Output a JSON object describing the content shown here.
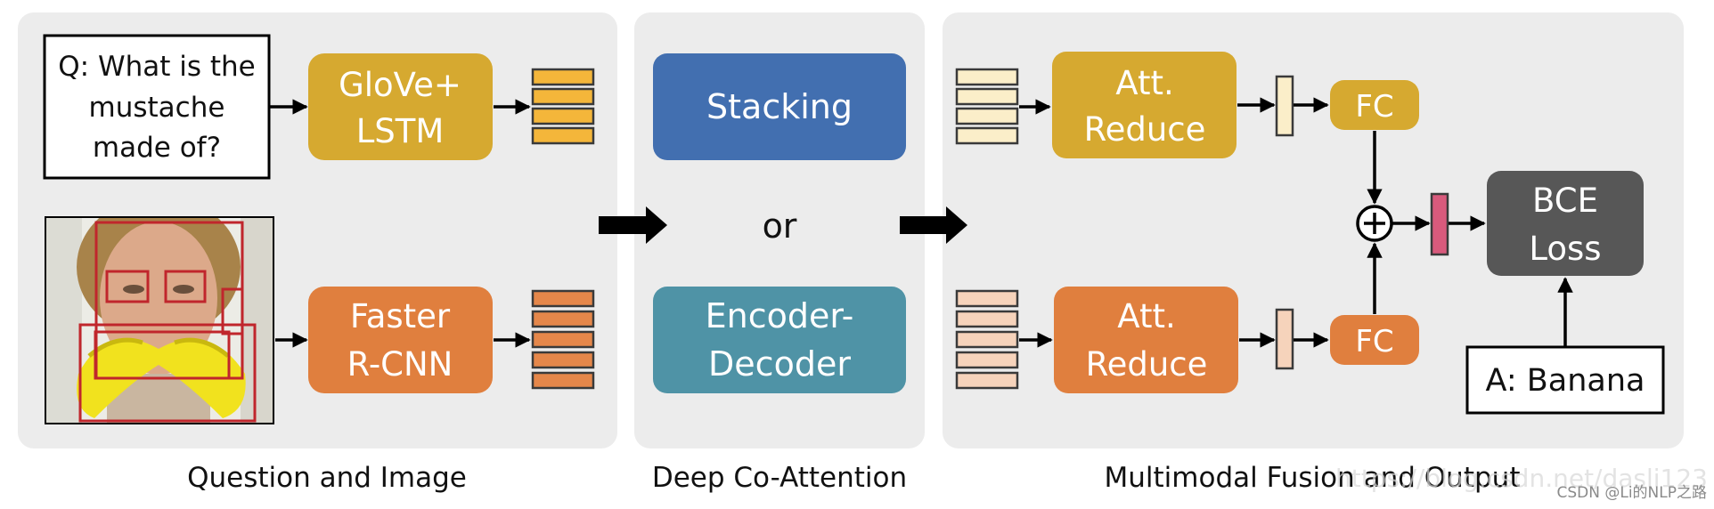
{
  "panels": {
    "input_label": "Question and Image",
    "coattn_label": "Deep Co-Attention",
    "fusion_label": "Multimodal Fusion and Output"
  },
  "question": {
    "line1": "Q: What is the",
    "line2": "mustache",
    "line3": "made of?"
  },
  "encoders": {
    "text_line1": "GloVe+",
    "text_line2": "LSTM",
    "image_line1": "Faster",
    "image_line2": "R-CNN"
  },
  "coattention": {
    "stacking": "Stacking",
    "or": "or",
    "encdec_line1": "Encoder-",
    "encdec_line2": "Decoder"
  },
  "fusion": {
    "att_line1": "Att.",
    "att_line2": "Reduce",
    "fc": "FC",
    "plus": "+",
    "loss_line1": "BCE",
    "loss_line2": "Loss",
    "answer": "A: Banana"
  },
  "watermark": {
    "faint": "https://blog.csdn.net/dasli123",
    "visible": "CSDN @Li的NLP之路"
  },
  "colors": {
    "panel_bg": "#ececec",
    "text_encoder": "#d6a930",
    "image_encoder": "#e07f3e",
    "stacking": "#426fb0",
    "encoder_decoder": "#4f93a6",
    "loss": "#575757",
    "text_features": "#f4b63a",
    "image_features": "#e5874a",
    "fusion_vec": "#d85a7c"
  }
}
